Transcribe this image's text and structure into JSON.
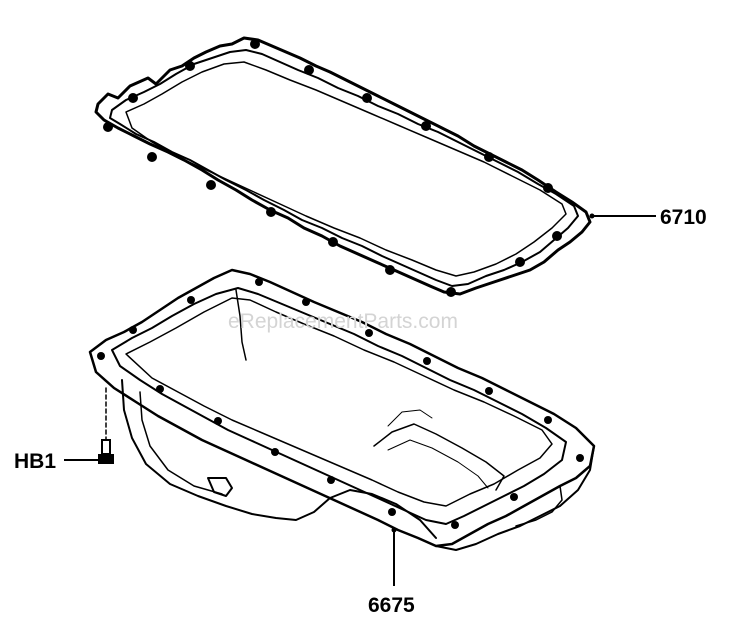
{
  "watermark": "eReplacementParts.com",
  "callouts": [
    {
      "id": "gasket",
      "label": "6710"
    },
    {
      "id": "oil-pan",
      "label": "6675"
    },
    {
      "id": "bolt",
      "label": "HB1"
    }
  ],
  "colors": {
    "line": "#000000",
    "background": "#ffffff",
    "watermark": "#d4d4d4"
  }
}
